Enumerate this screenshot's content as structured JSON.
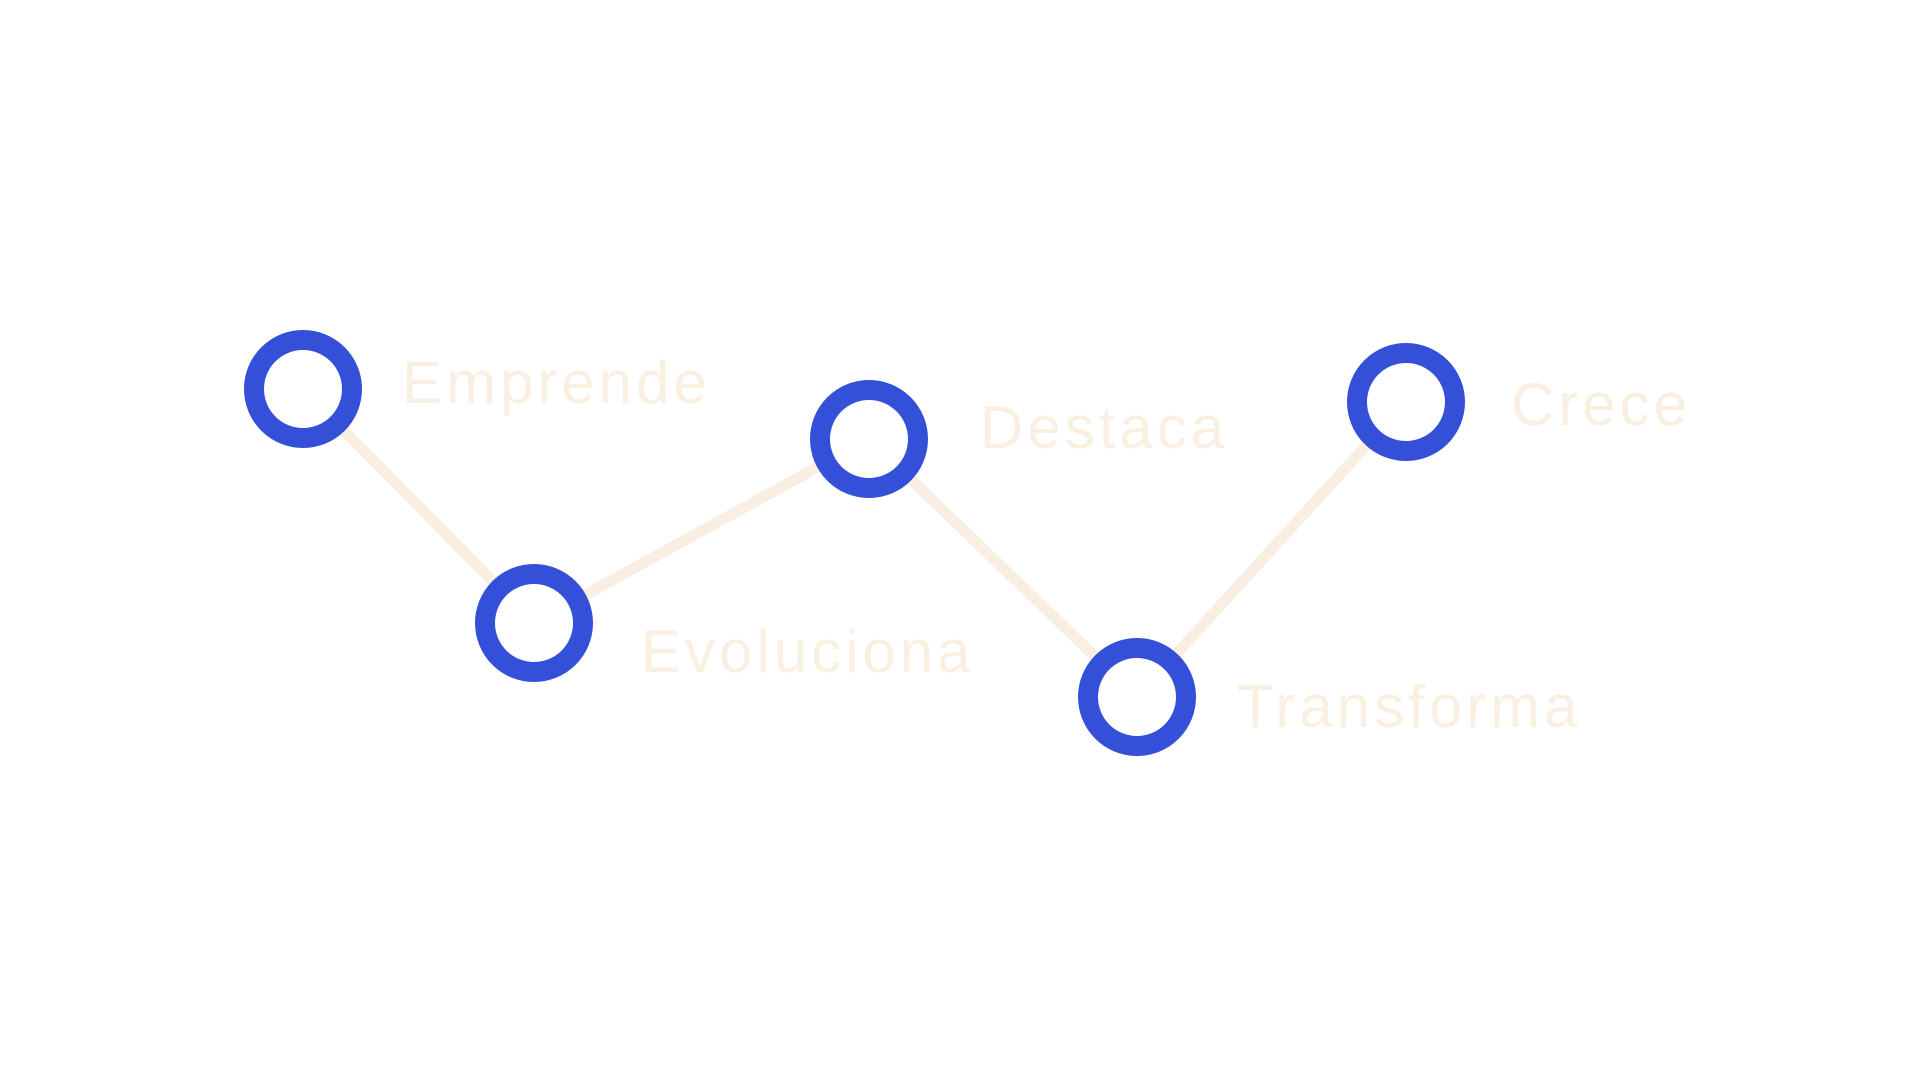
{
  "colors": {
    "node": "#3450d8",
    "line": "#f8efe2",
    "label": "#faf0e2",
    "background": "#ffffff"
  },
  "steps": [
    {
      "label": "Emprende"
    },
    {
      "label": "Evoluciona"
    },
    {
      "label": "Destaca"
    },
    {
      "label": "Transforma"
    },
    {
      "label": "Crece"
    }
  ]
}
